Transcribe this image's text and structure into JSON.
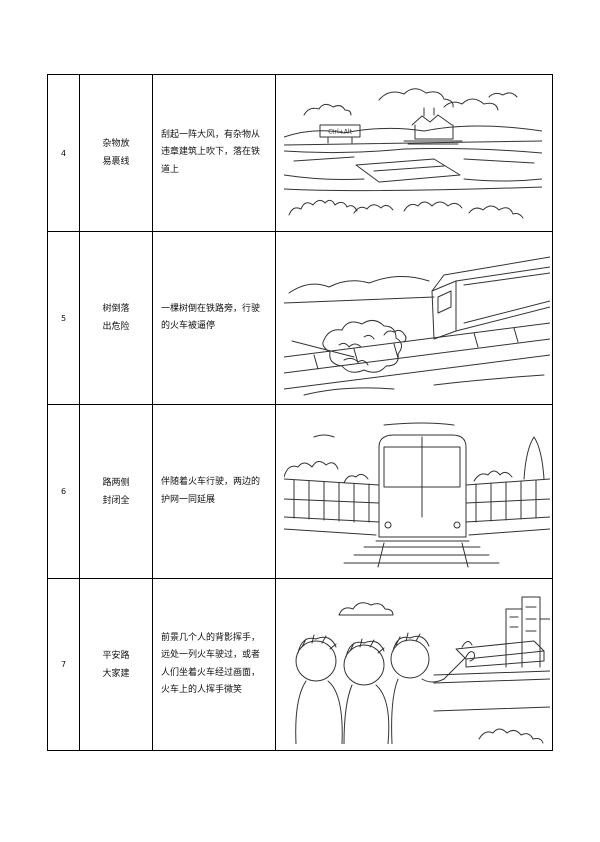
{
  "rows": [
    {
      "number": "4",
      "title": [
        "杂物放",
        "易裹线"
      ],
      "description": [
        "刮起一阵大风，有杂物从",
        "违章建筑上吹下，落在铁",
        "道上"
      ],
      "sketch_sign": "Ctrl+Alt"
    },
    {
      "number": "5",
      "title": [
        "树倒落",
        "出危险"
      ],
      "description": [
        "一棵树倒在铁路旁，行驶",
        "的火车被逼停"
      ]
    },
    {
      "number": "6",
      "title": [
        "路两侧",
        "封闭全"
      ],
      "description": [
        "伴随着火车行驶，两边的",
        "护网一同延展"
      ]
    },
    {
      "number": "7",
      "title": [
        "平安路",
        "大家建"
      ],
      "description": [
        "前景几个人的背影挥手，",
        "远处一列火车驶过，或者",
        "人们坐着火车经过画面，",
        "火车上的人挥手微笑"
      ]
    }
  ],
  "colors": {
    "border": "#000000",
    "sketch_line": "#333333",
    "background": "#ffffff"
  }
}
